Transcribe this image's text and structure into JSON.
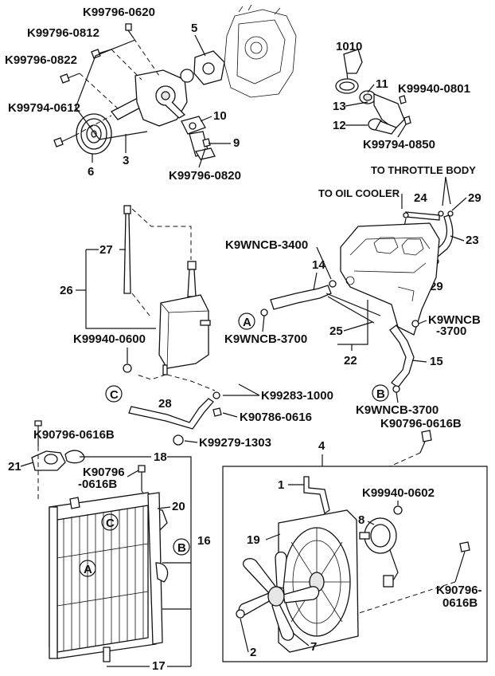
{
  "labels": {
    "k99796_0620": "K99796-0620",
    "k99796_0812": "K99796-0812",
    "k99796_0822": "K99796-0822",
    "k99794_0612": "K99794-0612",
    "k99796_0820": "K99796-0820",
    "n5": "5",
    "n10": "10",
    "n9": "9",
    "n3": "3",
    "n6": "6",
    "n1010": "1010",
    "n11": "11",
    "n13": "13",
    "n12": "12",
    "k99940_0801": "K99940-0801",
    "k99794_0850": "K99794-0850",
    "to_throttle_body": "TO THROTTLE BODY",
    "to_oil_cooler": "TO OIL COOLER",
    "n24": "24",
    "n29a": "29",
    "n29b": "29",
    "n29c": "29",
    "n23": "23",
    "k9wncb_3400": "K9WNCB-3400",
    "n14": "14",
    "circle_a": "A",
    "k9wncb_3700_left": "K9WNCB-3700",
    "n25": "25",
    "n22": "22",
    "k9wncb_right_1": "K9WNCB",
    "k9wncb_right_2": "-3700",
    "n15": "15",
    "circle_b": "B",
    "k9wncb_3700_bottom": "K9WNCB-3700",
    "k90796_0616b_right": "K90796-0616B",
    "n27": "27",
    "n26": "26",
    "k99940_0600": "K99940-0600",
    "circle_c": "C",
    "n28": "28",
    "k99283_1000": "K99283-1000",
    "k90786_0616": "K90786-0616",
    "k99279_1303": "K99279-1303",
    "k90796_0616b_left": "K90796-0616B",
    "n18": "18",
    "n21": "21",
    "k90796_mid_1": "K90796",
    "k90796_mid_2": "-0616B",
    "n20": "20",
    "n16": "16",
    "n17": "17",
    "rad_c": "C",
    "rad_b": "B",
    "rad_a": "A",
    "n4": "4",
    "n1": "1",
    "k99940_0602": "K99940-0602",
    "n8": "8",
    "n19": "19",
    "n2": "2",
    "n7": "7",
    "k90796_fan_1": "K90796-",
    "k90796_fan_2": "0616B"
  }
}
